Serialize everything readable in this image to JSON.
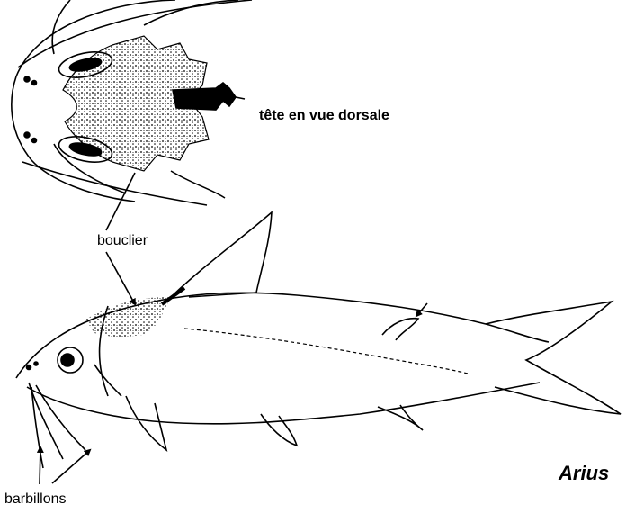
{
  "figure": {
    "head_view_label": "tête en vue dorsale",
    "shield_label": "bouclier",
    "genus_label": "Arius",
    "barbels_label": "barbillons"
  },
  "colors": {
    "ink": "#000000",
    "paper": "#ffffff"
  },
  "icons": {
    "head_view": "fish-head-dorsal-view-drawing",
    "body_view": "fish-lateral-view-drawing",
    "pointers": "arrow-icon"
  }
}
